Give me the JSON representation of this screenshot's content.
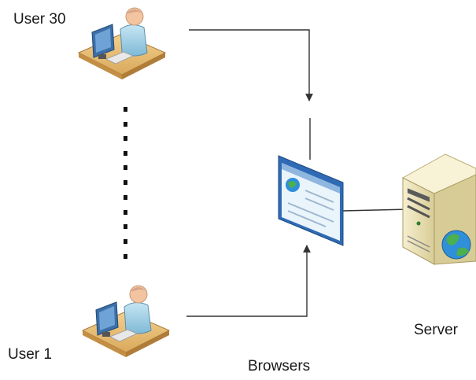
{
  "labels": {
    "user_top": "User 30",
    "user_bottom": "User 1",
    "browsers": "Browsers",
    "server": "Server"
  },
  "colors": {
    "line": "#333333",
    "desk": "#e9c07a",
    "monitor": "#3d6fa8",
    "person": "#9fd0e6",
    "skin": "#f2c4a0",
    "browser_frame": "#2f6bb5",
    "browser_page": "#eaf4fb",
    "server_body": "#efe6bd",
    "globe": "#2f8fd8",
    "land": "#4caf50"
  },
  "icons": [
    "user-at-desk-icon",
    "browser-window-icon",
    "server-icon",
    "globe-icon"
  ]
}
